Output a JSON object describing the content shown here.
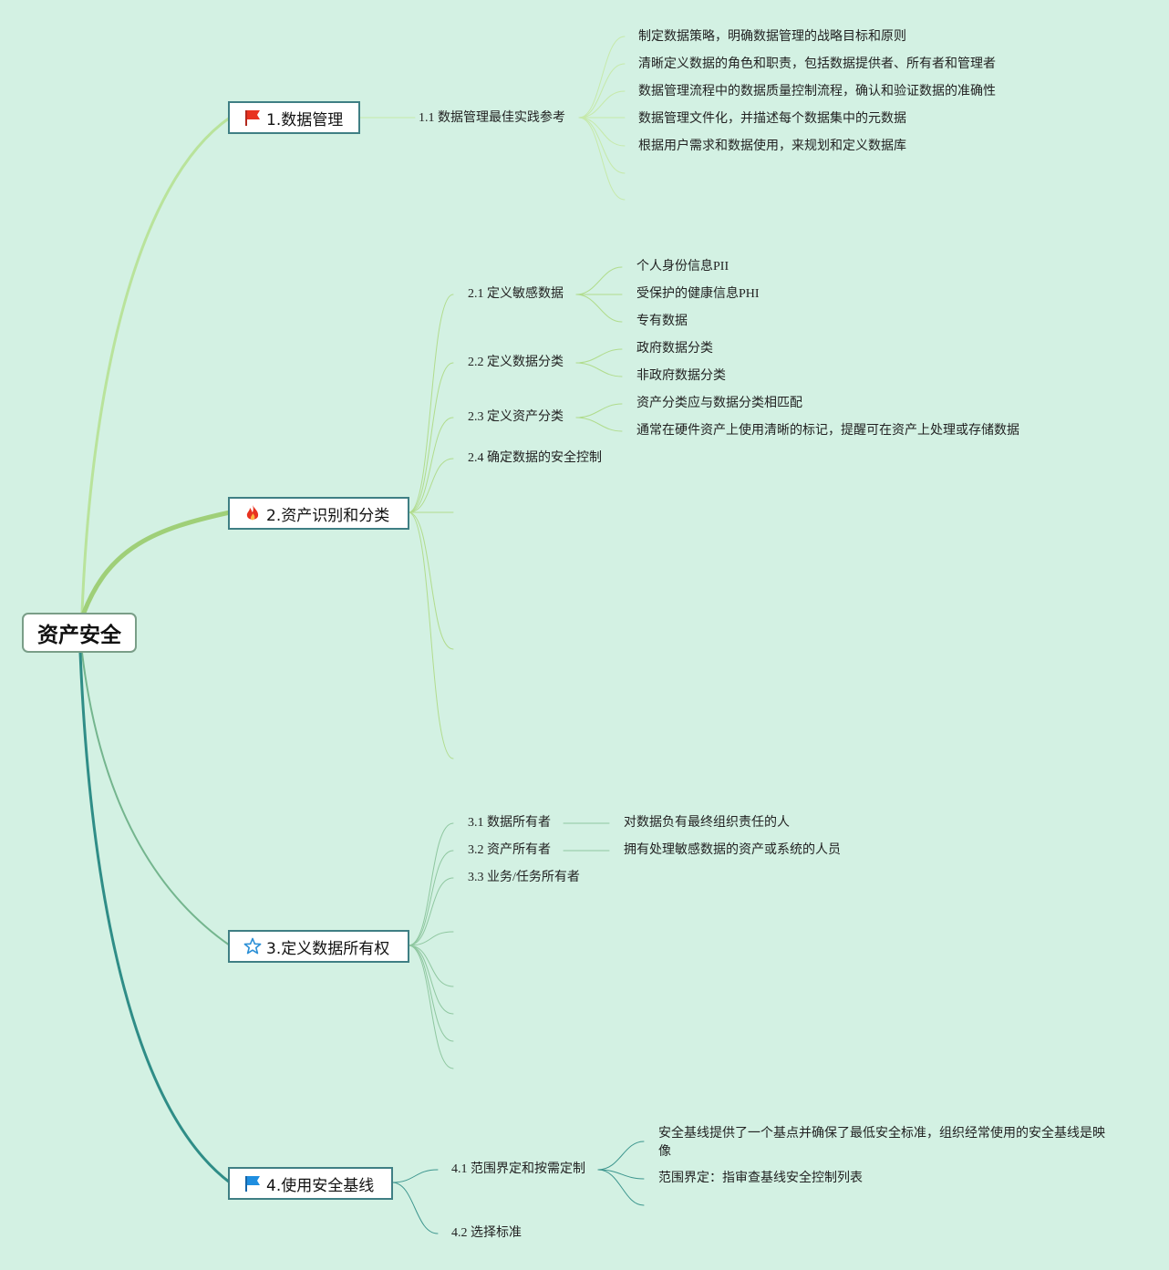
{
  "root": "资产安全",
  "branches": [
    {
      "title": "1.数据管理",
      "icon": "red-flag-icon",
      "subs": [
        {
          "label": "1.1 数据管理最佳实践参考",
          "items": [
            "制定数据策略，明确数据管理的战略目标和原则",
            "清晰定义数据的角色和职责，包括数据提供者、所有者和管理者",
            "数据管理流程中的数据质量控制流程，确认和验证数据的准确性",
            "数据管理文件化，并描述每个数据集中的元数据",
            "根据用户需求和数据使用，来规划和定义数据库"
          ]
        }
      ]
    },
    {
      "title": "2.资产识别和分类",
      "icon": "fire-icon",
      "subs": [
        {
          "label": "2.1 定义敏感数据",
          "items": [
            "个人身份信息PII",
            "受保护的健康信息PHI",
            "专有数据"
          ]
        },
        {
          "label": "2.2 定义数据分类",
          "items": [
            "政府数据分类",
            "非政府数据分类"
          ]
        },
        {
          "label": "2.3 定义资产分类",
          "items": [
            "资产分类应与数据分类相匹配",
            "通常在硬件资产上使用清晰的标记，提醒可在资产上处理或存储数据"
          ]
        },
        {
          "label": "2.4 确定数据的安全控制",
          "items": []
        }
      ]
    },
    {
      "title": "3.定义数据所有权",
      "icon": "star-icon",
      "subs": [
        {
          "label": "3.1 数据所有者",
          "items": [
            "对数据负有最终组织责任的人"
          ]
        },
        {
          "label": "3.2 资产所有者",
          "items": [
            "拥有处理敏感数据的资产或系统的人员"
          ]
        },
        {
          "label": "3.3 业务/任务所有者",
          "items": []
        }
      ]
    },
    {
      "title": "4.使用安全基线",
      "icon": "blue-flag-icon",
      "subs": [
        {
          "label": "4.1 范围界定和按需定制",
          "items": [
            "安全基线提供了一个基点并确保了最低安全标准，组织经常使用的安全基线是映像",
            "范围界定：指审查基线安全控制列表"
          ]
        },
        {
          "label": "4.2 选择标准",
          "items": []
        }
      ]
    }
  ],
  "colors": {
    "background": "#d3f1e3",
    "branch1_line": "#b9e39b",
    "branch2_line": "#9fcf78",
    "branch3_line": "#74b58e",
    "branch4_line": "#2f8d87",
    "branch_border": "#3f7f84"
  }
}
